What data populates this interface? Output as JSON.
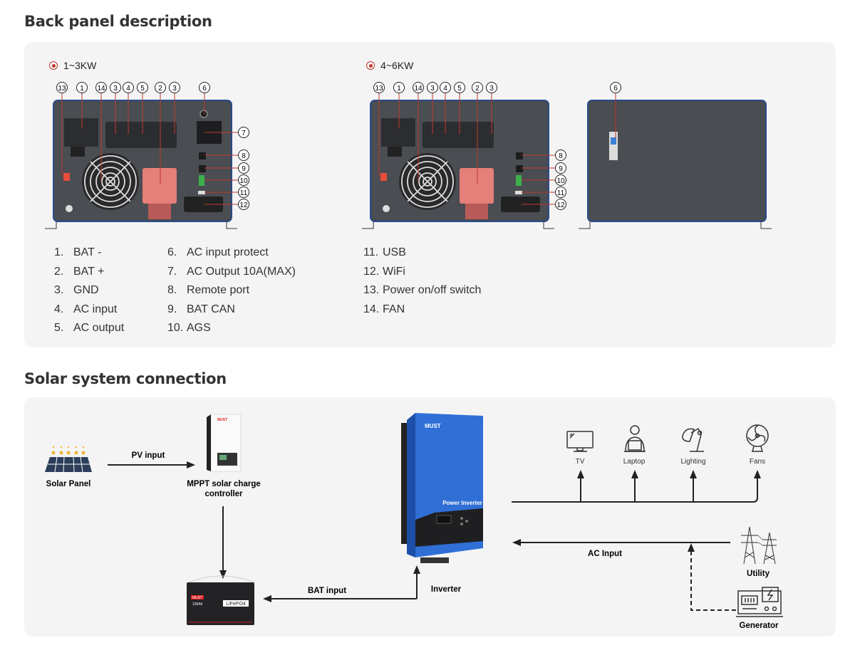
{
  "back_panel": {
    "title": "Back panel description",
    "variants": [
      {
        "label": "1~3KW",
        "selected": true
      },
      {
        "label": "4~6KW",
        "selected": true
      }
    ],
    "callouts_top": [
      "13",
      "1",
      "14",
      "3",
      "4",
      "5",
      "2",
      "3",
      "6"
    ],
    "callouts_right": [
      "7",
      "8",
      "9",
      "10",
      "11",
      "12"
    ],
    "callouts_top_b": [
      "13",
      "1",
      "14",
      "3",
      "4",
      "5",
      "2",
      "3"
    ],
    "callouts_right_b": [
      "8",
      "9",
      "10",
      "11",
      "12"
    ],
    "callout_side": "6",
    "legend_col1": [
      {
        "n": "1.",
        "label": "BAT -"
      },
      {
        "n": "2.",
        "label": "BAT +"
      },
      {
        "n": "3.",
        "label": "GND"
      },
      {
        "n": "4.",
        "label": "AC input"
      },
      {
        "n": "5.",
        "label": "AC output"
      }
    ],
    "legend_col2": [
      {
        "n": "6.",
        "label": "AC input protect"
      },
      {
        "n": "7.",
        "label": "AC Output 10A(MAX)"
      },
      {
        "n": "8.",
        "label": "Remote port"
      },
      {
        "n": "9.",
        "label": "BAT CAN"
      },
      {
        "n": "10.",
        "label": "AGS"
      }
    ],
    "legend_col3": [
      {
        "n": "11.",
        "label": "USB"
      },
      {
        "n": "12.",
        "label": "WiFi"
      },
      {
        "n": "13.",
        "label": "Power on/off switch"
      },
      {
        "n": "14.",
        "label": "FAN"
      }
    ]
  },
  "solar": {
    "title": "Solar system connection",
    "solar_panel": "Solar Panel",
    "pv_input": "PV input",
    "mppt_line1": "MPPT solar charge",
    "mppt_line2": "controller",
    "bat_input": "BAT input",
    "inverter": "Inverter",
    "inverter_brand": "MUST",
    "inverter_label": "Power Inverter",
    "battery_brand": "MUST",
    "battery_capacity": "100Ah",
    "battery_type": "LiFePO4",
    "ac_input": "AC Input",
    "loads": [
      "TV",
      "Laptop",
      "Lighting",
      "Fans"
    ],
    "utility": "Utility",
    "generator": "Generator"
  },
  "colors": {
    "accent_red": "#c0392b",
    "inverter_blue": "#2f6fd6",
    "panel_bg": "#f4f4f4",
    "device_body": "#4a4d52"
  }
}
